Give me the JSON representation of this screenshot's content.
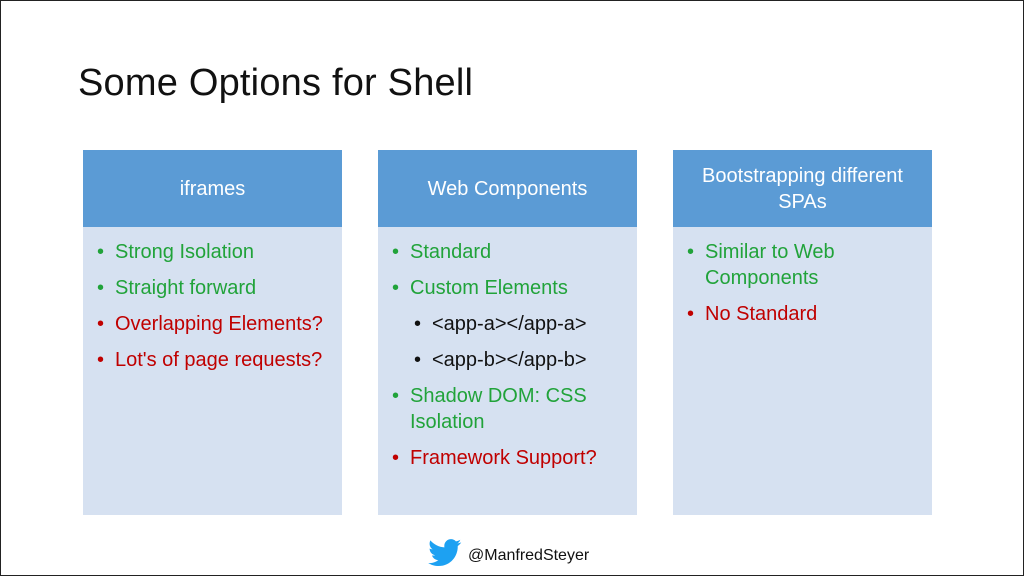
{
  "slide": {
    "title": "Some Options for Shell",
    "columns": [
      {
        "header": "iframes",
        "items": [
          {
            "text": "Strong Isolation",
            "color": "#21a33a"
          },
          {
            "text": "Straight forward",
            "color": "#21a33a"
          },
          {
            "text": "Overlapping Elements?",
            "color": "#c00000"
          },
          {
            "text": "Lot's of page requests?",
            "color": "#c00000"
          }
        ]
      },
      {
        "header": "Web Components",
        "items": [
          {
            "text": "Standard",
            "color": "#21a33a"
          },
          {
            "text": "Custom Elements",
            "color": "#21a33a"
          },
          {
            "text": "<app-a></app-a>",
            "color": "#111111",
            "sub": true
          },
          {
            "text": "<app-b></app-b>",
            "color": "#111111",
            "sub": true
          },
          {
            "text": "Shadow DOM: CSS Isolation",
            "color": "#21a33a"
          },
          {
            "text": "Framework Support?",
            "color": "#c00000"
          }
        ]
      },
      {
        "header": "Bootstrapping different SPAs",
        "items": [
          {
            "text": "Similar to Web Components",
            "color": "#21a33a"
          },
          {
            "text": "No Standard",
            "color": "#c00000"
          }
        ]
      }
    ],
    "footer": {
      "icon": "twitter-bird-icon",
      "handle": "@ManfredSteyer"
    },
    "colors": {
      "header_bg": "#5b9bd5",
      "column_bg": "#d6e1f1",
      "positive": "#21a33a",
      "negative": "#c00000"
    }
  }
}
